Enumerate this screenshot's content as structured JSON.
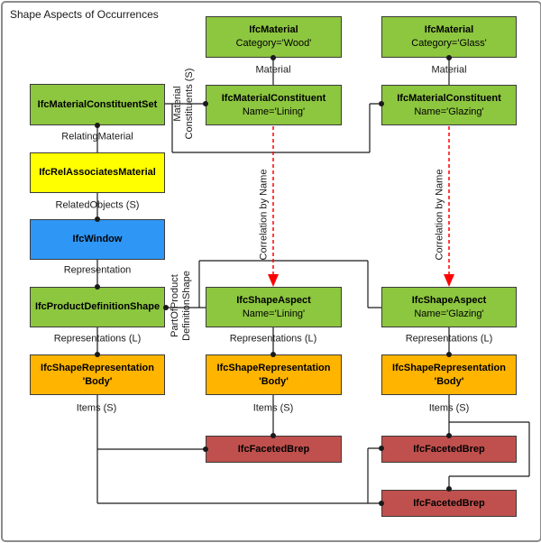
{
  "title": "Shape Aspects of Occurrences",
  "colors": {
    "entity_green": "#8DC63F",
    "relationship_yellow": "#FFFF00",
    "product_blue": "#2E96F5",
    "representation_orange": "#FFB400",
    "geometry_red": "#C0504D",
    "line_black": "#1a1a1a",
    "arrow_red": "#FF0000"
  },
  "nodes": {
    "material_wood": {
      "line1": "IfcMaterial",
      "line2": "Category='Wood'"
    },
    "material_glass": {
      "line1": "IfcMaterial",
      "line2": "Category='Glass'"
    },
    "constituent_set": {
      "line1": "IfcMaterialConstituentSet"
    },
    "constituent_lining": {
      "line1": "IfcMaterialConstituent",
      "line2": "Name='Lining'"
    },
    "constituent_glazing": {
      "line1": "IfcMaterialConstituent",
      "line2": "Name='Glazing'"
    },
    "rel_associates": {
      "line1": "IfcRelAssociatesMaterial"
    },
    "window": {
      "line1": "IfcWindow"
    },
    "product_def_shape": {
      "line1": "IfcProductDefinitionShape"
    },
    "shape_aspect_lining": {
      "line1": "IfcShapeAspect",
      "line2": "Name='Lining'"
    },
    "shape_aspect_glazing": {
      "line1": "IfcShapeAspect",
      "line2": "Name='Glazing'"
    },
    "shape_rep_window": {
      "line1": "IfcShapeRepresentation",
      "line2": "'Body'"
    },
    "shape_rep_lining": {
      "line1": "IfcShapeRepresentation",
      "line2": "'Body'"
    },
    "shape_rep_glazing": {
      "line1": "IfcShapeRepresentation",
      "line2": "'Body'"
    },
    "brep_lining": {
      "line1": "IfcFacetedBrep"
    },
    "brep_glazing_1": {
      "line1": "IfcFacetedBrep"
    },
    "brep_glazing_2": {
      "line1": "IfcFacetedBrep"
    }
  },
  "edge_labels": {
    "material_wood": "Material",
    "material_glass": "Material",
    "relating_material": "RelatingMaterial",
    "related_objects": "RelatedObjects (S)",
    "representation": "Representation",
    "representations_window": "Representations (L)",
    "representations_lining": "Representations (L)",
    "representations_glazing": "Representations (L)",
    "items_window": "Items (S)",
    "items_lining": "Items (S)",
    "items_glazing": "Items (S)",
    "material_constituents_line1": "Material",
    "material_constituents_line2": "Constituents (S)",
    "part_of_line1": "PartOfProduct",
    "part_of_line2": "DefinitionShape",
    "correlation_lining": "Correlation by Name",
    "correlation_glazing": "Correlation by Name"
  }
}
